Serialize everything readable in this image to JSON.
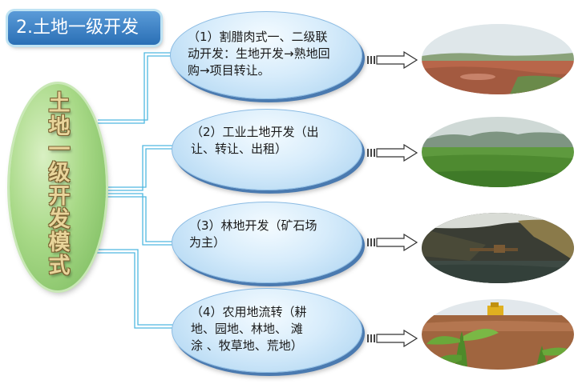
{
  "title": "2.土地一级开发",
  "left_title_chars": [
    "土",
    "地",
    "一",
    "级",
    "开",
    "发",
    "模",
    "式"
  ],
  "branches": [
    {
      "lines": [
        "（1）割腊肉式一、二级联",
        "动开发：生地开发→熟地回",
        "购→项目转让。"
      ]
    },
    {
      "lines": [
        "（2）工业土地开发（出",
        "让、转让、出租）"
      ]
    },
    {
      "lines": [
        "（3）林地开发（矿石场",
        "为主）"
      ]
    },
    {
      "lines": [
        "（4）农用地流转（耕",
        "地、园地、林地、 滩",
        "涂 、牧草地、荒地）"
      ]
    }
  ],
  "photos": [
    {
      "icon": "bare-field-photo"
    },
    {
      "icon": "green-field-photo"
    },
    {
      "icon": "quarry-photo"
    },
    {
      "icon": "farmland-photo"
    }
  ],
  "colors": {
    "title_bg": "#2a6fb5",
    "connector": "#4fb8e0",
    "branch_fill": "#d7ecfb",
    "left_oval": "#a8d987"
  }
}
